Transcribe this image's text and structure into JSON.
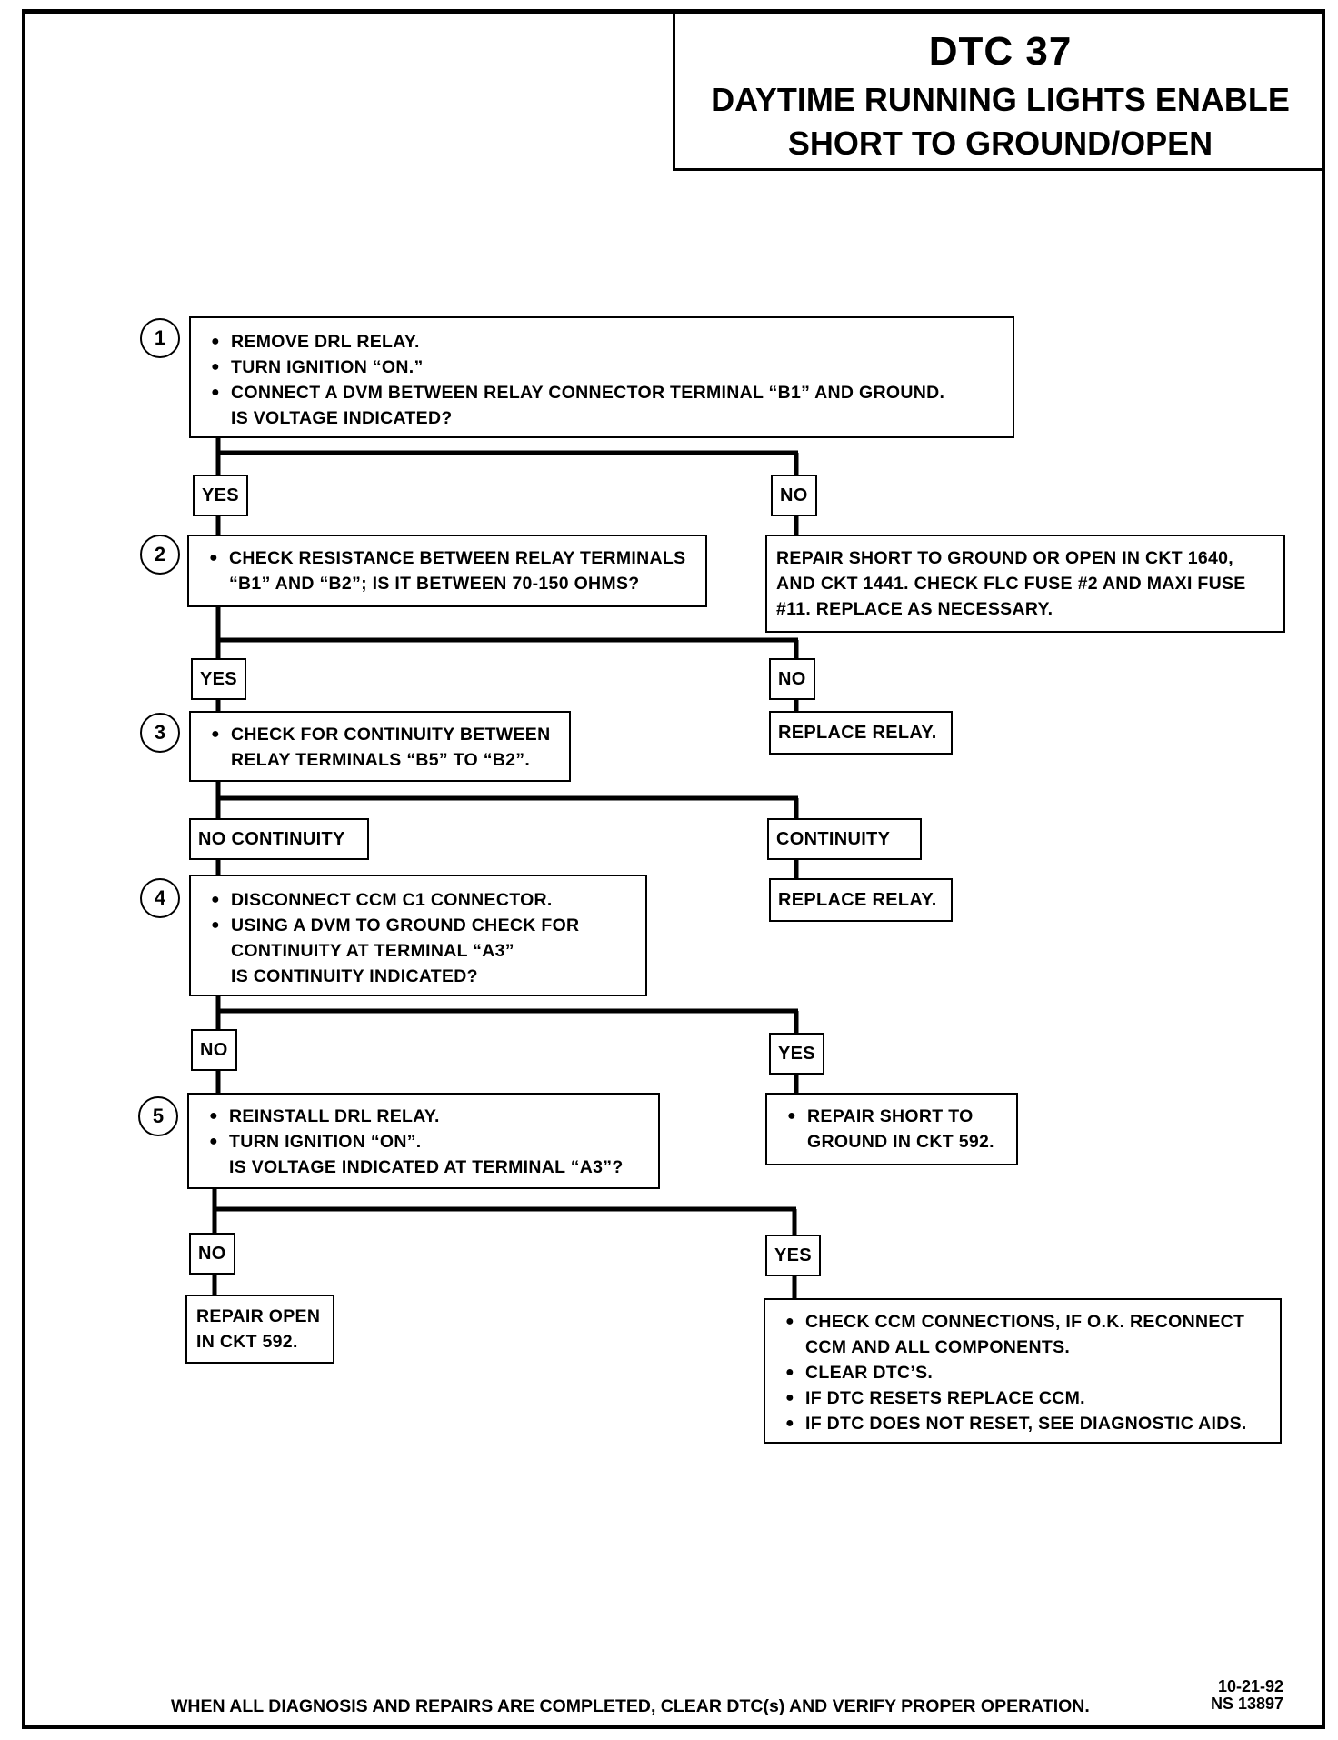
{
  "header": {
    "code": "DTC 37",
    "title_line1": "DAYTIME RUNNING LIGHTS ENABLE",
    "title_line2": "SHORT TO GROUND/OPEN"
  },
  "steps": [
    {
      "number": "1",
      "lines": [
        "REMOVE DRL RELAY.",
        "TURN IGNITION “ON.”",
        "CONNECT A DVM BETWEEN RELAY CONNECTOR TERMINAL “B1” AND GROUND."
      ],
      "question": "IS VOLTAGE INDICATED?"
    },
    {
      "number": "2",
      "lines": [
        "CHECK RESISTANCE BETWEEN RELAY TERMINALS"
      ],
      "continuation": "“B1” AND “B2”; IS IT BETWEEN 70-150 OHMS?"
    },
    {
      "number": "3",
      "lines": [
        "CHECK FOR CONTINUITY BETWEEN"
      ],
      "continuation": "RELAY TERMINALS “B5” TO “B2”."
    },
    {
      "number": "4",
      "lines": [
        "DISCONNECT CCM C1 CONNECTOR.",
        "USING A DVM TO GROUND CHECK FOR"
      ],
      "continuation": "CONTINUITY AT TERMINAL “A3”",
      "question": "IS CONTINUITY INDICATED?"
    },
    {
      "number": "5",
      "lines": [
        "REINSTALL DRL RELAY.",
        "TURN IGNITION “ON”."
      ],
      "question": "IS VOLTAGE INDICATED AT TERMINAL “A3”?"
    }
  ],
  "branches": {
    "b1_left": "YES",
    "b1_right": "NO",
    "b2_left": "YES",
    "b2_right": "NO",
    "b3_left": "NO CONTINUITY",
    "b3_right": "CONTINUITY",
    "b4_left": "NO",
    "b4_right": "YES",
    "b5_left": "NO",
    "b5_right": "YES"
  },
  "results": {
    "r1": [
      "REPAIR SHORT TO GROUND OR OPEN IN CKT 1640,",
      "AND CKT 1441.  CHECK FLC FUSE #2 AND MAXI FUSE",
      "#11.  REPLACE AS NECESSARY."
    ],
    "r2": "REPLACE RELAY.",
    "r3": "REPLACE RELAY.",
    "r4_line1": "REPAIR SHORT TO",
    "r4_line2": "GROUND IN CKT 592.",
    "r5_line1": "REPAIR OPEN",
    "r5_line2": "IN CKT 592.",
    "r6": [
      "CHECK CCM CONNECTIONS, IF O.K. RECONNECT",
      "CCM AND ALL COMPONENTS.",
      "CLEAR DTC’S.",
      "IF DTC RESETS REPLACE CCM.",
      "IF DTC DOES NOT RESET, SEE DIAGNOSTIC AIDS."
    ]
  },
  "footer": {
    "note": "WHEN ALL DIAGNOSIS AND REPAIRS ARE COMPLETED, CLEAR DTC(s) AND VERIFY PROPER OPERATION.",
    "date": "10-21-92",
    "doc_number": "NS 13897"
  }
}
